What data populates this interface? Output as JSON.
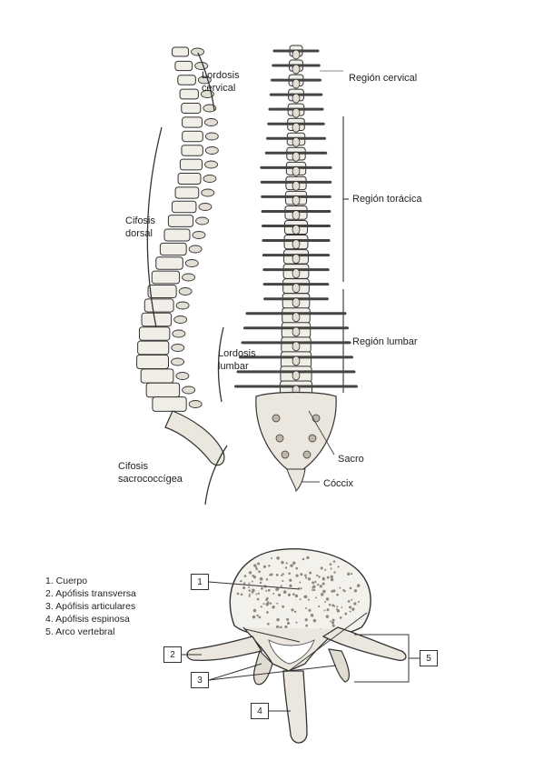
{
  "spine_labels": {
    "lordosis_cervical": [
      "Lordosis",
      "cervical"
    ],
    "cifosis_dorsal": [
      "Cifosis",
      "dorsal"
    ],
    "lordosis_lumbar": [
      "Lordosis",
      "lumbar"
    ],
    "cifosis_sacrococcigea": [
      "Cifosis",
      "sacrococcígea"
    ],
    "region_cervical": "Región cervical",
    "region_toracica": "Región torácica",
    "region_lumbar": "Región lumbar",
    "sacro": "Sacro",
    "coccix": "Cóccix"
  },
  "vertebra": {
    "legend": [
      "1. Cuerpo",
      "2. Apófisis transversa",
      "3. Apófisis articulares",
      "4. Apófisis espinosa",
      "5. Arco vertebral"
    ],
    "callouts": [
      "1",
      "2",
      "3",
      "4",
      "5"
    ]
  }
}
